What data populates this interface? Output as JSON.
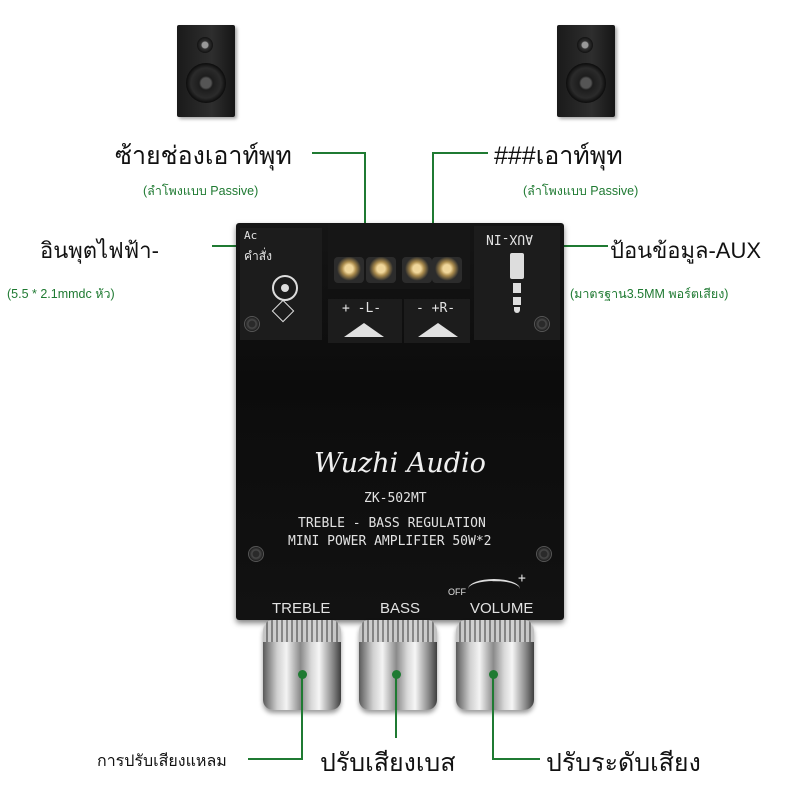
{
  "labels": {
    "left_output": "ซ้ายช่องเอาท์พุท",
    "left_output_sub": "(ลำโพงแบบ Passive)",
    "right_output": "###เอาท์พุท",
    "right_output_sub": "(ลำโพงแบบ Passive)",
    "power_input": "อินพุตไฟฟ้า-",
    "power_input_sub": "(5.5 * 2.1mmdc หัว)",
    "aux_input": "ป้อนข้อมูล-AUX",
    "aux_input_sub": "(มาตรฐาน3.5MM พอร์ตเสียง)",
    "treble_adjust": "การปรับเสียงแหลม",
    "bass_adjust": "ปรับเสียงเบส",
    "volume_adjust": "ปรับระดับเสียง"
  },
  "board": {
    "power_top": "Ac",
    "power_label": "คำสั่ง",
    "left_terminal": "+ -L-",
    "right_terminal": "- +R-",
    "aux_label": "AUX-IN",
    "brand": "Wuzhi Audio",
    "model": "ZK-502MT",
    "desc_line1": "TREBLE - BASS REGULATION",
    "desc_line2": "MINI POWER AMPLIFIER 50W*2",
    "knob_treble": "TREBLE",
    "knob_bass": "BASS",
    "knob_volume": "VOLUME",
    "vol_off": "OFF",
    "vol_minus": "−",
    "vol_plus": "+"
  },
  "colors": {
    "accent_green": "#1f7a32",
    "board": "#111111"
  },
  "icons": [
    "speaker-icon",
    "dc-jack-icon",
    "audio-jack-icon",
    "terminal-screw-icon",
    "knob-icon"
  ]
}
